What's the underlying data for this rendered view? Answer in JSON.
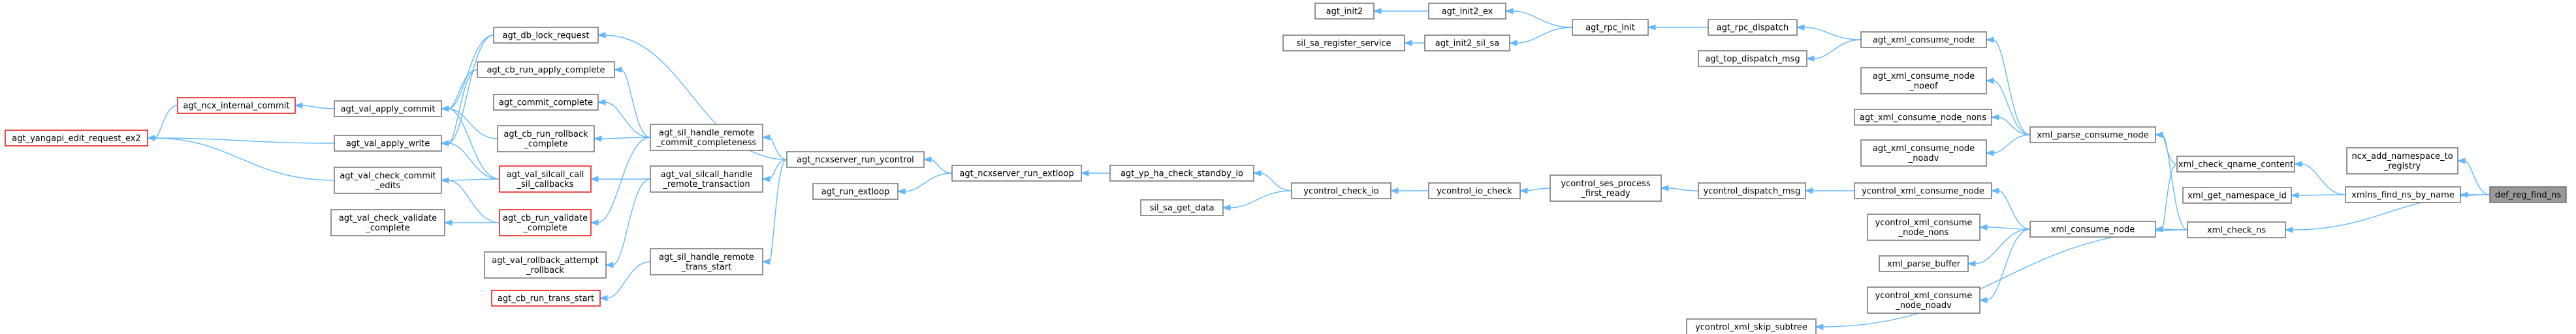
{
  "target": "def_reg_find_ns",
  "nodes": [
    {
      "id": "def_reg_find_ns",
      "lines": [
        "def_reg_find_ns"
      ],
      "style": "target"
    },
    {
      "id": "ncx_add_namespace_to_registry",
      "lines": [
        "ncx_add_namespace_to",
        "_registry"
      ]
    },
    {
      "id": "xmlns_find_ns_by_name",
      "lines": [
        "xmlns_find_ns_by_name"
      ]
    },
    {
      "id": "xml_check_ns",
      "lines": [
        "xml_check_ns"
      ]
    },
    {
      "id": "xml_check_qname_content",
      "lines": [
        "xml_check_qname_content"
      ]
    },
    {
      "id": "xml_get_namespace_id",
      "lines": [
        "xml_get_namespace_id"
      ]
    },
    {
      "id": "xml_parse_consume_node",
      "lines": [
        "xml_parse_consume_node"
      ]
    },
    {
      "id": "xml_consume_node",
      "lines": [
        "xml_consume_node"
      ]
    },
    {
      "id": "agt_xml_consume_node",
      "lines": [
        "agt_xml_consume_node"
      ]
    },
    {
      "id": "agt_xml_consume_node_noeof",
      "lines": [
        "agt_xml_consume_node",
        "_noeof"
      ]
    },
    {
      "id": "agt_xml_consume_node_nons",
      "lines": [
        "agt_xml_consume_node_nons"
      ]
    },
    {
      "id": "agt_xml_consume_node_noadv",
      "lines": [
        "agt_xml_consume_node",
        "_noadv"
      ]
    },
    {
      "id": "ycontrol_xml_consume_node",
      "lines": [
        "ycontrol_xml_consume_node"
      ]
    },
    {
      "id": "ycontrol_xml_consume_node_nons",
      "lines": [
        "ycontrol_xml_consume",
        "_node_nons"
      ]
    },
    {
      "id": "xml_parse_buffer",
      "lines": [
        "xml_parse_buffer"
      ]
    },
    {
      "id": "ycontrol_xml_consume_node_noadv",
      "lines": [
        "ycontrol_xml_consume",
        "_node_noadv"
      ]
    },
    {
      "id": "ycontrol_xml_skip_subtree",
      "lines": [
        "ycontrol_xml_skip_subtree"
      ]
    },
    {
      "id": "agt_rpc_dispatch",
      "lines": [
        "agt_rpc_dispatch"
      ]
    },
    {
      "id": "agt_top_dispatch_msg",
      "lines": [
        "agt_top_dispatch_msg"
      ]
    },
    {
      "id": "agt_rpc_init",
      "lines": [
        "agt_rpc_init"
      ]
    },
    {
      "id": "agt_init2_ex",
      "lines": [
        "agt_init2_ex"
      ]
    },
    {
      "id": "agt_init2_sil_sa",
      "lines": [
        "agt_init2_sil_sa"
      ]
    },
    {
      "id": "agt_init2",
      "lines": [
        "agt_init2"
      ]
    },
    {
      "id": "sil_sa_register_service",
      "lines": [
        "sil_sa_register_service"
      ]
    },
    {
      "id": "ycontrol_dispatch_msg",
      "lines": [
        "ycontrol_dispatch_msg"
      ]
    },
    {
      "id": "ycontrol_ses_process_first_ready",
      "lines": [
        "ycontrol_ses_process",
        "_first_ready"
      ]
    },
    {
      "id": "ycontrol_io_check",
      "lines": [
        "ycontrol_io_check"
      ]
    },
    {
      "id": "ycontrol_check_io",
      "lines": [
        "ycontrol_check_io"
      ]
    },
    {
      "id": "agt_yp_ha_check_standby_io",
      "lines": [
        "agt_yp_ha_check_standby_io"
      ]
    },
    {
      "id": "sil_sa_get_data",
      "lines": [
        "sil_sa_get_data"
      ]
    },
    {
      "id": "agt_ncxserver_run_extloop",
      "lines": [
        "agt_ncxserver_run_extloop"
      ]
    },
    {
      "id": "agt_ncxserver_run_ycontrol",
      "lines": [
        "agt_ncxserver_run_ycontrol"
      ]
    },
    {
      "id": "agt_run_extloop",
      "lines": [
        "agt_run_extloop"
      ]
    },
    {
      "id": "agt_db_lock_request",
      "lines": [
        "agt_db_lock_request"
      ]
    },
    {
      "id": "agt_sil_handle_remote_commit_completeness",
      "lines": [
        "agt_sil_handle_remote",
        "_commit_completeness"
      ]
    },
    {
      "id": "agt_val_silcall_handle_remote_transaction",
      "lines": [
        "agt_val_silcall_handle",
        "_remote_transaction"
      ]
    },
    {
      "id": "agt_sil_handle_remote_trans_start",
      "lines": [
        "agt_sil_handle_remote",
        "_trans_start"
      ]
    },
    {
      "id": "agt_cb_run_apply_complete",
      "lines": [
        "agt_cb_run_apply_complete"
      ]
    },
    {
      "id": "agt_commit_complete",
      "lines": [
        "agt_commit_complete"
      ]
    },
    {
      "id": "agt_cb_run_rollback_complete",
      "lines": [
        "agt_cb_run_rollback",
        "_complete"
      ]
    },
    {
      "id": "agt_val_silcall_sil_callbacks",
      "lines": [
        "agt_val_silcall_call",
        "_sil_callbacks"
      ],
      "style": "red"
    },
    {
      "id": "agt_cb_run_validate_complete",
      "lines": [
        "agt_cb_run_validate",
        "_complete"
      ],
      "style": "red"
    },
    {
      "id": "agt_val_rollback_attempt_rollback",
      "lines": [
        "agt_val_rollback_attempt",
        "_rollback"
      ]
    },
    {
      "id": "agt_cb_run_trans_start",
      "lines": [
        "agt_cb_run_trans_start"
      ],
      "style": "red"
    },
    {
      "id": "agt_val_apply_commit",
      "lines": [
        "agt_val_apply_commit"
      ]
    },
    {
      "id": "agt_val_apply_write",
      "lines": [
        "agt_val_apply_write"
      ]
    },
    {
      "id": "agt_val_check_commit_edits",
      "lines": [
        "agt_val_check_commit",
        "_edits"
      ]
    },
    {
      "id": "agt_val_check_validate_complete",
      "lines": [
        "agt_val_check_validate",
        "_complete"
      ]
    },
    {
      "id": "agt_ncx_internal_commit",
      "lines": [
        "agt_ncx_internal_commit"
      ],
      "style": "red"
    },
    {
      "id": "agt_yangapi_edit_request_ex2",
      "lines": [
        "agt_yangapi_edit_request_ex2"
      ],
      "style": "red"
    }
  ],
  "edges": [
    [
      "ncx_add_namespace_to_registry",
      "def_reg_find_ns"
    ],
    [
      "xmlns_find_ns_by_name",
      "def_reg_find_ns"
    ],
    [
      "xml_check_ns",
      "def_reg_find_ns"
    ],
    [
      "xml_check_qname_content",
      "xmlns_find_ns_by_name"
    ],
    [
      "xml_get_namespace_id",
      "xmlns_find_ns_by_name"
    ],
    [
      "xml_parse_consume_node",
      "xml_check_ns"
    ],
    [
      "xml_parse_consume_node",
      "xml_check_qname_content"
    ],
    [
      "xml_consume_node",
      "xml_check_ns"
    ],
    [
      "xml_consume_node",
      "xml_check_qname_content"
    ],
    [
      "ycontrol_xml_skip_subtree",
      "xml_check_ns"
    ],
    [
      "agt_xml_consume_node",
      "xml_parse_consume_node"
    ],
    [
      "agt_xml_consume_node_noeof",
      "xml_parse_consume_node"
    ],
    [
      "agt_xml_consume_node_nons",
      "xml_parse_consume_node"
    ],
    [
      "agt_xml_consume_node_noadv",
      "xml_parse_consume_node"
    ],
    [
      "ycontrol_xml_consume_node",
      "xml_consume_node"
    ],
    [
      "ycontrol_xml_consume_node_nons",
      "xml_consume_node"
    ],
    [
      "xml_parse_buffer",
      "xml_consume_node"
    ],
    [
      "ycontrol_xml_consume_node_noadv",
      "xml_consume_node"
    ],
    [
      "agt_rpc_dispatch",
      "agt_xml_consume_node"
    ],
    [
      "agt_top_dispatch_msg",
      "agt_xml_consume_node"
    ],
    [
      "agt_rpc_init",
      "agt_rpc_dispatch"
    ],
    [
      "agt_init2_ex",
      "agt_rpc_init"
    ],
    [
      "agt_init2_sil_sa",
      "agt_rpc_init"
    ],
    [
      "agt_init2",
      "agt_init2_ex"
    ],
    [
      "sil_sa_register_service",
      "agt_init2_sil_sa"
    ],
    [
      "ycontrol_dispatch_msg",
      "ycontrol_xml_consume_node"
    ],
    [
      "ycontrol_ses_process_first_ready",
      "ycontrol_dispatch_msg"
    ],
    [
      "ycontrol_io_check",
      "ycontrol_ses_process_first_ready"
    ],
    [
      "ycontrol_check_io",
      "ycontrol_io_check"
    ],
    [
      "agt_yp_ha_check_standby_io",
      "ycontrol_check_io"
    ],
    [
      "sil_sa_get_data",
      "ycontrol_check_io"
    ],
    [
      "agt_ncxserver_run_extloop",
      "agt_yp_ha_check_standby_io"
    ],
    [
      "agt_ncxserver_run_ycontrol",
      "agt_ncxserver_run_extloop"
    ],
    [
      "agt_run_extloop",
      "agt_ncxserver_run_extloop"
    ],
    [
      "agt_db_lock_request",
      "agt_ncxserver_run_ycontrol"
    ],
    [
      "agt_sil_handle_remote_commit_completeness",
      "agt_ncxserver_run_ycontrol"
    ],
    [
      "agt_val_silcall_handle_remote_transaction",
      "agt_ncxserver_run_ycontrol"
    ],
    [
      "agt_sil_handle_remote_trans_start",
      "agt_ncxserver_run_ycontrol"
    ],
    [
      "agt_cb_run_apply_complete",
      "agt_sil_handle_remote_commit_completeness"
    ],
    [
      "agt_commit_complete",
      "agt_sil_handle_remote_commit_completeness"
    ],
    [
      "agt_cb_run_rollback_complete",
      "agt_sil_handle_remote_commit_completeness"
    ],
    [
      "agt_val_silcall_sil_callbacks",
      "agt_val_silcall_handle_remote_transaction"
    ],
    [
      "agt_cb_run_validate_complete",
      "agt_sil_handle_remote_commit_completeness"
    ],
    [
      "agt_val_rollback_attempt_rollback",
      "agt_val_silcall_handle_remote_transaction"
    ],
    [
      "agt_cb_run_trans_start",
      "agt_sil_handle_remote_trans_start"
    ],
    [
      "agt_val_apply_commit",
      "agt_db_lock_request"
    ],
    [
      "agt_val_apply_commit",
      "agt_cb_run_apply_complete"
    ],
    [
      "agt_val_apply_commit",
      "agt_cb_run_rollback_complete"
    ],
    [
      "agt_val_apply_commit",
      "agt_val_silcall_sil_callbacks"
    ],
    [
      "agt_val_apply_write",
      "agt_db_lock_request"
    ],
    [
      "agt_val_apply_write",
      "agt_cb_run_apply_complete"
    ],
    [
      "agt_val_apply_write",
      "agt_val_silcall_sil_callbacks"
    ],
    [
      "agt_val_check_commit_edits",
      "agt_val_silcall_sil_callbacks"
    ],
    [
      "agt_val_check_commit_edits",
      "agt_cb_run_validate_complete"
    ],
    [
      "agt_val_check_validate_complete",
      "agt_cb_run_validate_complete"
    ],
    [
      "agt_ncx_internal_commit",
      "agt_val_apply_commit"
    ],
    [
      "agt_yangapi_edit_request_ex2",
      "agt_ncx_internal_commit"
    ],
    [
      "agt_yangapi_edit_request_ex2",
      "agt_val_apply_write"
    ],
    [
      "agt_yangapi_edit_request_ex2",
      "agt_val_check_commit_edits"
    ]
  ]
}
